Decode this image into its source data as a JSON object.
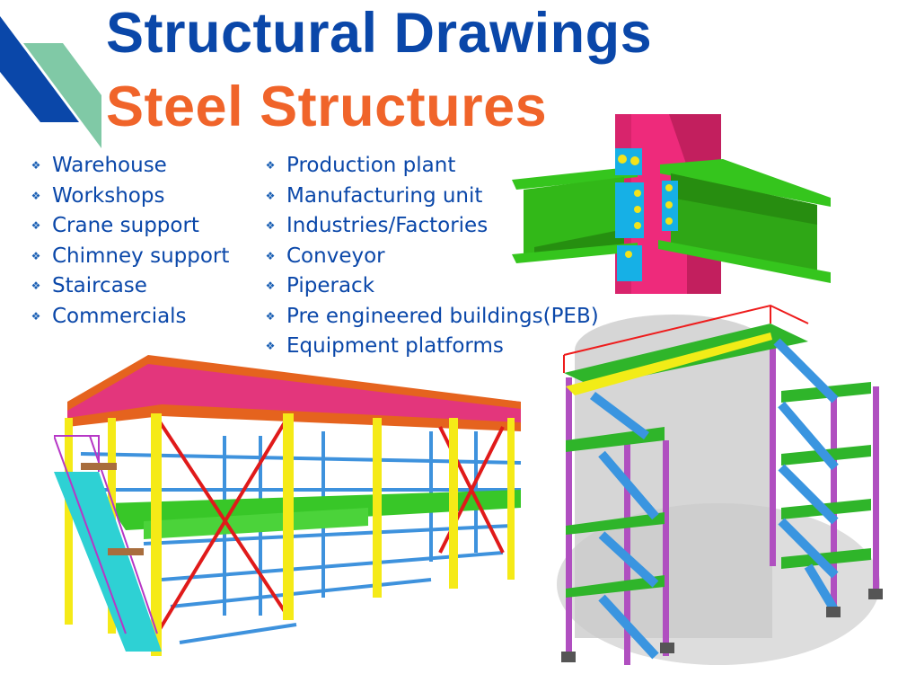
{
  "header": {
    "title_line1": "Structural Drawings",
    "title_line2": "Steel Structures"
  },
  "colors": {
    "title_blue": "#0a47a9",
    "title_orange": "#f0642a",
    "logo_blue": "#0a47a9",
    "logo_green": "#80c9a6"
  },
  "services_left": [
    {
      "icon": "diamond-dots-bullet",
      "label": "Warehouse"
    },
    {
      "icon": "diamond-dots-bullet",
      "label": "Workshops"
    },
    {
      "icon": "diamond-dots-bullet",
      "label": "Crane support"
    },
    {
      "icon": "diamond-dots-bullet",
      "label": "Chimney support"
    },
    {
      "icon": "diamond-dots-bullet",
      "label": "Staircase"
    },
    {
      "icon": "diamond-dots-bullet",
      "label": "Commercials"
    }
  ],
  "services_right": [
    {
      "icon": "diamond-dots-bullet",
      "label": "Production plant"
    },
    {
      "icon": "diamond-dots-bullet",
      "label": "Manufacturing unit"
    },
    {
      "icon": "diamond-dots-bullet",
      "label": "Industries/Factories"
    },
    {
      "icon": "diamond-dots-bullet",
      "label": "Conveyor"
    },
    {
      "icon": "diamond-dots-bullet",
      "label": "Piperack"
    },
    {
      "icon": "diamond-dots-bullet",
      "label": "Pre engineered buildings(PEB)"
    },
    {
      "icon": "diamond-dots-bullet",
      "label": "Equipment platforms"
    }
  ],
  "bullet_glyph": "❖",
  "images": [
    {
      "name": "beam-column-joint-render"
    },
    {
      "name": "steel-building-frame-render"
    },
    {
      "name": "staircase-platform-render"
    }
  ]
}
